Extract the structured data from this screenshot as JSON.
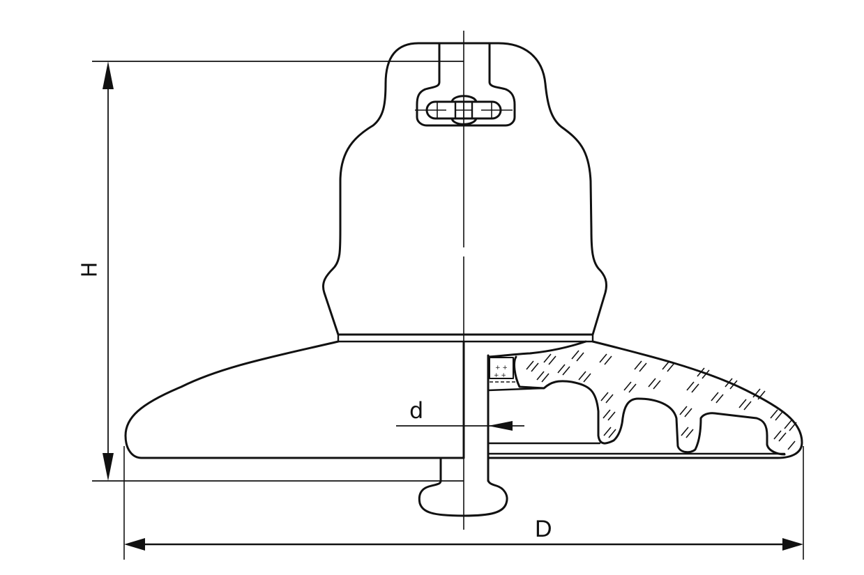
{
  "figure": {
    "subject": "Suspension disc insulator (cap and pin type) technical drawing",
    "view": "Half elevation / half section",
    "labels": {
      "height": "H",
      "diameter": "D",
      "pin_diameter": "d"
    },
    "colors": {
      "line": "#111111",
      "background": "#ffffff"
    },
    "parts": [
      {
        "name": "cap",
        "description": "Socket cap with cotter pin / clevis"
      },
      {
        "name": "cement-layer",
        "description": "Cement band at cap base"
      },
      {
        "name": "disc-shed",
        "description": "Glass/porcelain shed with ribbed underside (sectioned, hatched)"
      },
      {
        "name": "pin",
        "description": "Ball pin with bottom knob"
      }
    ]
  }
}
